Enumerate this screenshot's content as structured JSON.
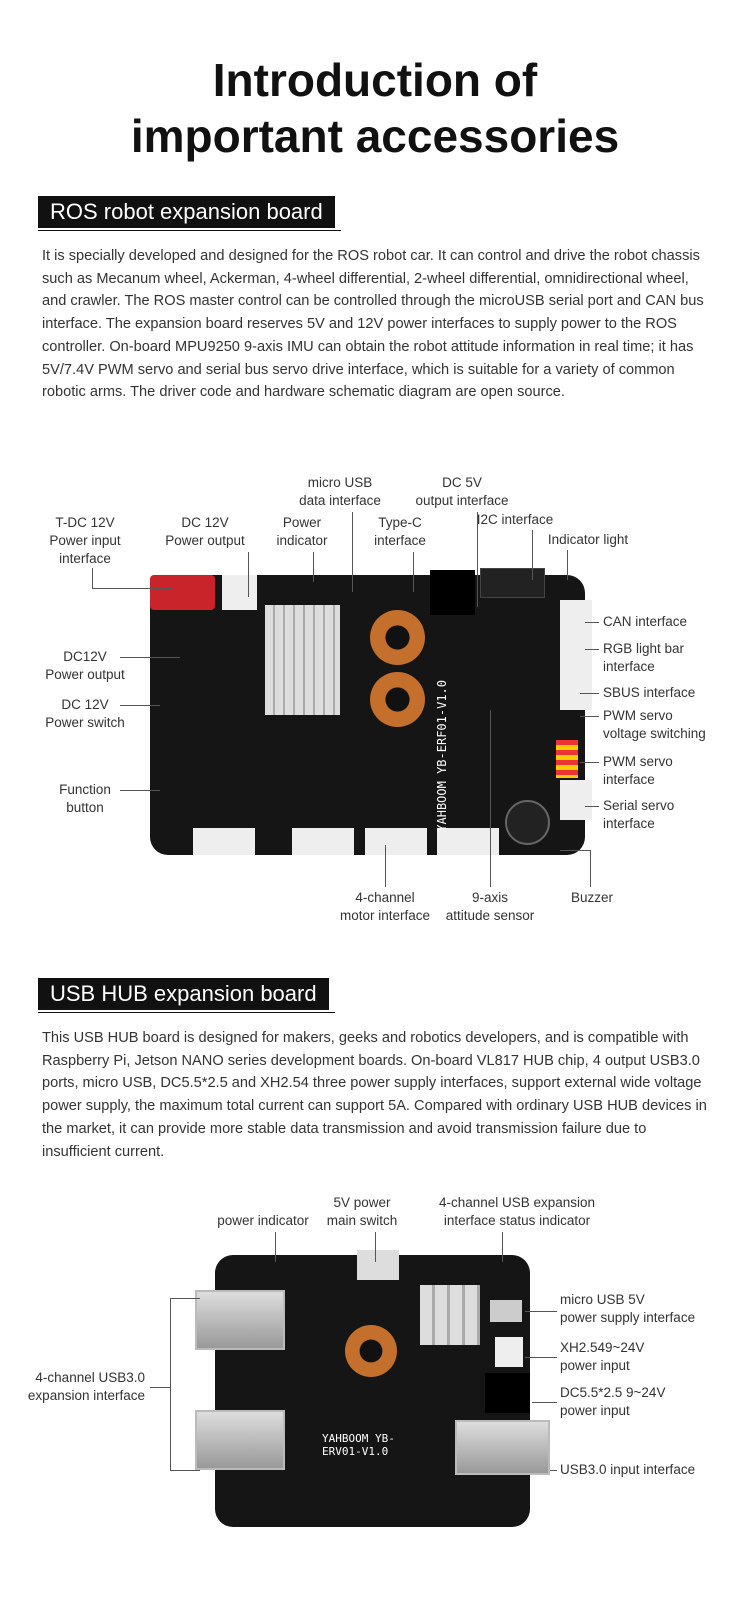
{
  "title_lines": [
    "Introduction of",
    "important accessories"
  ],
  "ros": {
    "heading": "ROS robot expansion board",
    "text": "It is specially developed and designed for the ROS robot car. It can control and drive the robot chassis such as Mecanum wheel, Ackerman, 4-wheel differential, 2-wheel differential, omnidirectional wheel, and crawler. The ROS master control can be controlled through the microUSB serial port and CAN bus interface. The expansion board reserves 5V and 12V power interfaces to supply power to the ROS controller. On-board MPU9250 9-axis IMU can obtain the robot attitude information in real time; it has 5V/7.4V PWM servo and serial bus servo drive interface, which is suitable for a variety of common robotic arms. The driver code and hardware schematic diagram are open source.",
    "board_text": "YAHBOOM YB-ERF01-V1.0",
    "labels": {
      "tdc": [
        "T-DC 12V",
        "Power input",
        "interface"
      ],
      "dc12out": [
        "DC 12V",
        "Power output"
      ],
      "power_ind": [
        "Power",
        "indicator"
      ],
      "microusb": [
        "micro USB",
        "data interface"
      ],
      "typec": [
        "Type-C",
        "interface"
      ],
      "dc5": [
        "DC 5V",
        "output interface"
      ],
      "i2c": [
        "I2C interface"
      ],
      "ind_light": [
        "Indicator light"
      ],
      "can": [
        "CAN interface"
      ],
      "rgb": [
        "RGB light bar",
        "interface"
      ],
      "sbus": [
        "SBUS interface"
      ],
      "pwmv": [
        "PWM servo",
        "voltage switching"
      ],
      "pwm": [
        "PWM servo",
        "interface"
      ],
      "serial": [
        "Serial servo",
        "interface"
      ],
      "dc12out2": [
        "DC12V",
        "Power output"
      ],
      "switch": [
        "DC 12V",
        "Power switch"
      ],
      "func": [
        "Function",
        "button"
      ],
      "motor": [
        "4-channel",
        "motor interface"
      ],
      "imu": [
        "9-axis",
        "attitude sensor"
      ],
      "buzzer": [
        "Buzzer"
      ]
    }
  },
  "usb": {
    "heading": "USB HUB expansion board",
    "text": "This USB HUB board is designed for makers, geeks and robotics developers, and is compatible with Raspberry Pi, Jetson NANO series development boards. On-board VL817 HUB chip, 4 output USB3.0 ports, micro USB, DC5.5*2.5 and XH2.54 three power supply interfaces, support external wide voltage power supply, the maximum total current can support 5A. Compared with ordinary USB HUB devices in the market, it can provide more stable data transmission and avoid transmission failure due to insufficient current.",
    "board_text": "YAHBOOM YB-ERV01-V1.0",
    "labels": {
      "power_ind": [
        "power indicator"
      ],
      "switch": [
        "5V power",
        "main switch"
      ],
      "status": [
        "4-channel USB expansion",
        "interface status indicator"
      ],
      "microusb": [
        "micro USB 5V",
        "power supply interface"
      ],
      "xh": [
        "XH2.549~24V",
        "power input"
      ],
      "dc": [
        "DC5.5*2.5 9~24V",
        "power input"
      ],
      "usb_in": [
        "USB3.0 input interface"
      ],
      "usb_out": [
        "4-channel USB3.0",
        "expansion interface"
      ]
    }
  }
}
